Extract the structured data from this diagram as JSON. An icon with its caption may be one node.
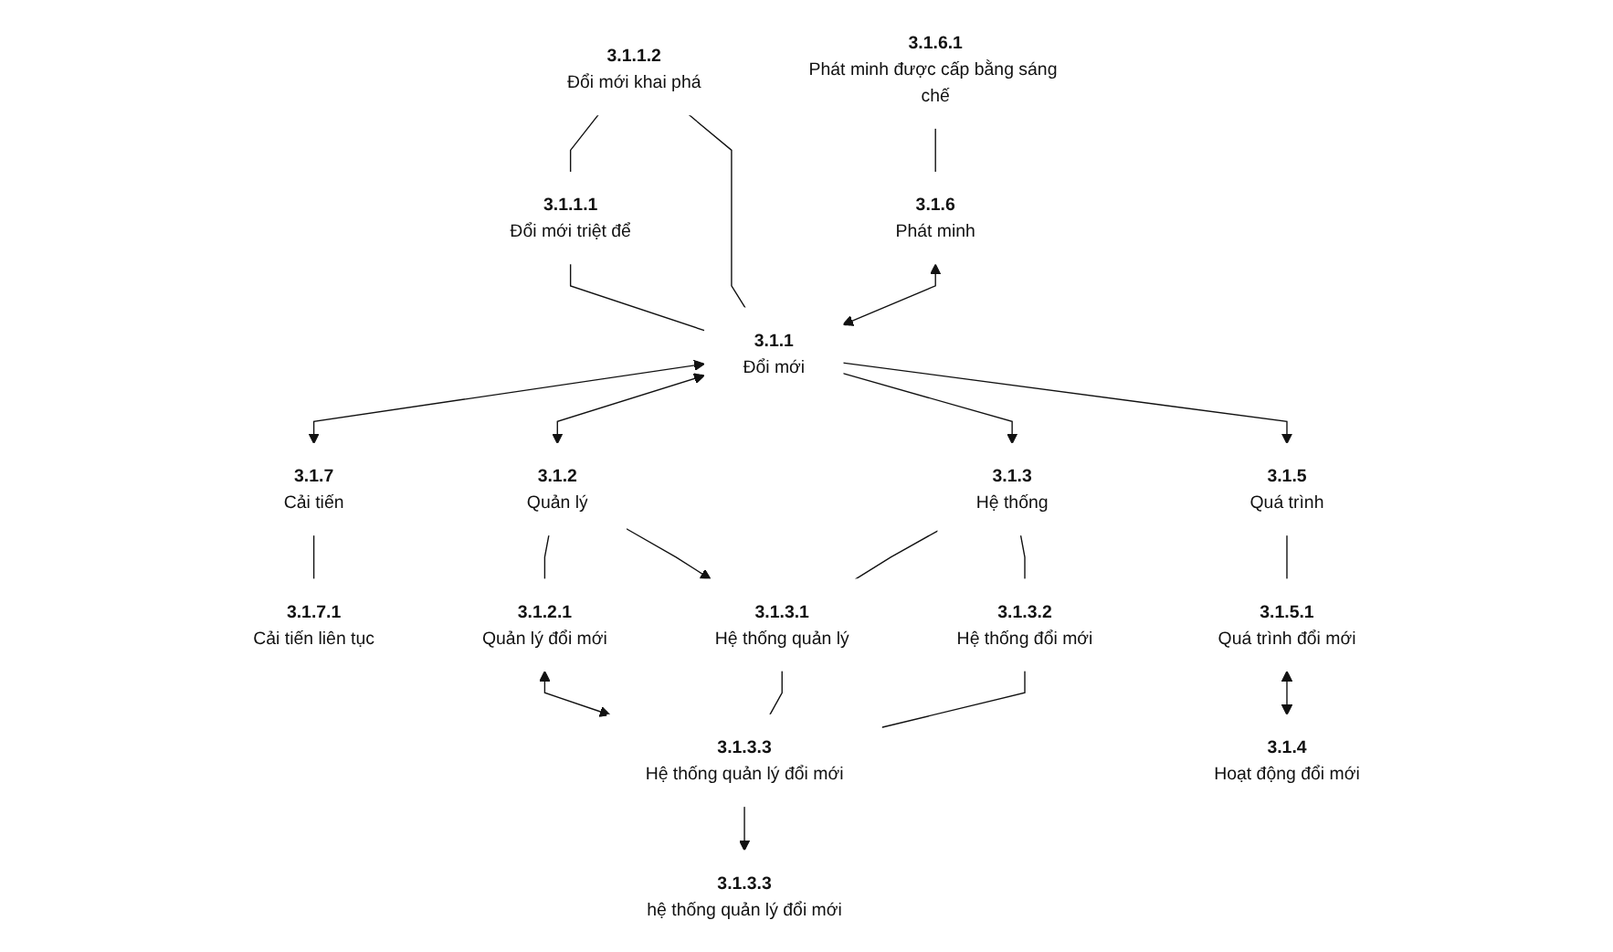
{
  "diagram": {
    "nodes": [
      {
        "text": [
          "3.1.1.2",
          "Đổi mới khai phá"
        ]
      },
      {
        "text": [
          "3.1.1.1",
          "Đổi mới triệt để"
        ]
      },
      {
        "text": [
          "3.1.6",
          "Phát minh"
        ]
      },
      {
        "text": [
          "3.1.1",
          "Đổi mới"
        ]
      },
      {
        "text": [
          "3.1.7",
          "Cải tiến"
        ]
      },
      {
        "text": [
          "3.1.6.1",
          "Phát minh được cấp bằng sáng chế"
        ]
      },
      {
        "text": [
          "3.1.7.1",
          "Cải tiến liên tục"
        ]
      },
      {
        "text": [
          "3.1.2",
          "Quản lý"
        ]
      },
      {
        "text": [
          "3.1.3",
          "Hệ thống"
        ]
      },
      {
        "text": [
          "3.1.5",
          "Quá trình"
        ]
      },
      {
        "text": [
          "3.1.2.1",
          "Quản lý đổi mới"
        ]
      },
      {
        "text": [
          "3.1.3.1",
          "Hệ thống quản lý"
        ]
      },
      {
        "text": [
          "3.1.3.2",
          "Hệ thống đổi mới"
        ]
      },
      {
        "text": [
          "3.1.4",
          "Hoạt động đổi mới"
        ]
      },
      {
        "text": [
          "3.1.3.3",
          "Hệ thống quản lý đổi mới"
        ]
      },
      {
        "text": [
          "3.1.5.1",
          "Quá trình đổi mới"
        ]
      },
      {
        "text": [
          "3.1.3.3",
          "hệ thống quản lý đổi mới"
        ]
      }
    ],
    "edges": [
      {
        "from": 0,
        "to": 1,
        "arrow": "none"
      },
      {
        "from": 0,
        "to": 3,
        "arrow": "none"
      },
      {
        "from": 1,
        "to": 3,
        "arrow": "none"
      },
      {
        "from": 2,
        "to": 3,
        "arrow": "both"
      },
      {
        "from": 5,
        "to": 2,
        "arrow": "none"
      },
      {
        "from": 3,
        "to": 4,
        "arrow": "both"
      },
      {
        "from": 4,
        "to": 6,
        "arrow": "none"
      },
      {
        "from": 3,
        "to": 7,
        "arrow": "both"
      },
      {
        "from": 3,
        "to": 8,
        "arrow": "to"
      },
      {
        "from": 3,
        "to": 9,
        "arrow": "to"
      },
      {
        "from": 7,
        "to": 10,
        "arrow": "none"
      },
      {
        "from": 7,
        "to": 11,
        "arrow": "to"
      },
      {
        "from": 8,
        "to": 11,
        "arrow": "none"
      },
      {
        "from": 8,
        "to": 12,
        "arrow": "none"
      },
      {
        "from": 11,
        "to": 14,
        "arrow": "none"
      },
      {
        "from": 12,
        "to": 14,
        "arrow": "none"
      },
      {
        "from": 10,
        "to": 14,
        "arrow": "both"
      },
      {
        "from": 9,
        "to": 15,
        "arrow": "none"
      },
      {
        "from": 15,
        "to": 13,
        "arrow": "both"
      },
      {
        "from": 14,
        "to": 16,
        "arrow": "to"
      }
    ]
  }
}
